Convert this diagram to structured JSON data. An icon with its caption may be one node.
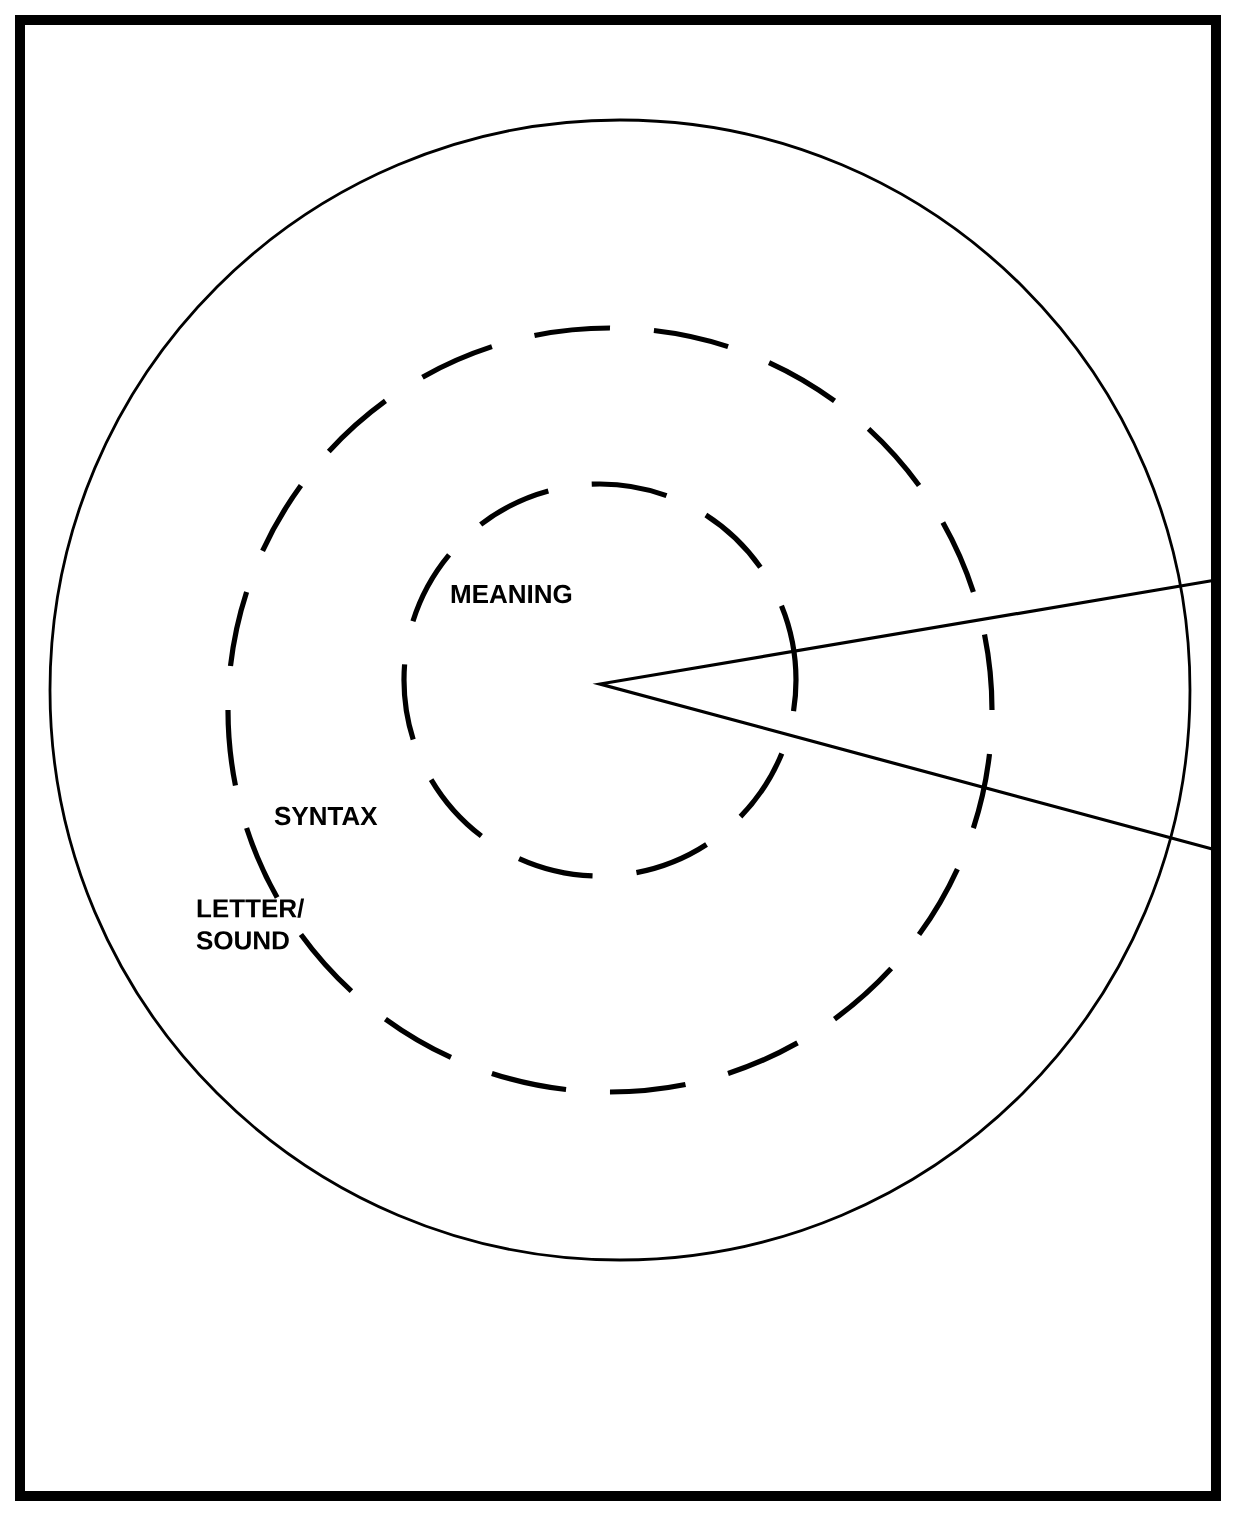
{
  "diagram": {
    "nodes": [
      {
        "text": [
          "LETTER/ SOUND"
        ]
      },
      {
        "text": [
          "SYNTAX"
        ],
        "in": 0
      },
      {
        "text": [
          "MEANING"
        ],
        "in": 1
      }
    ]
  }
}
